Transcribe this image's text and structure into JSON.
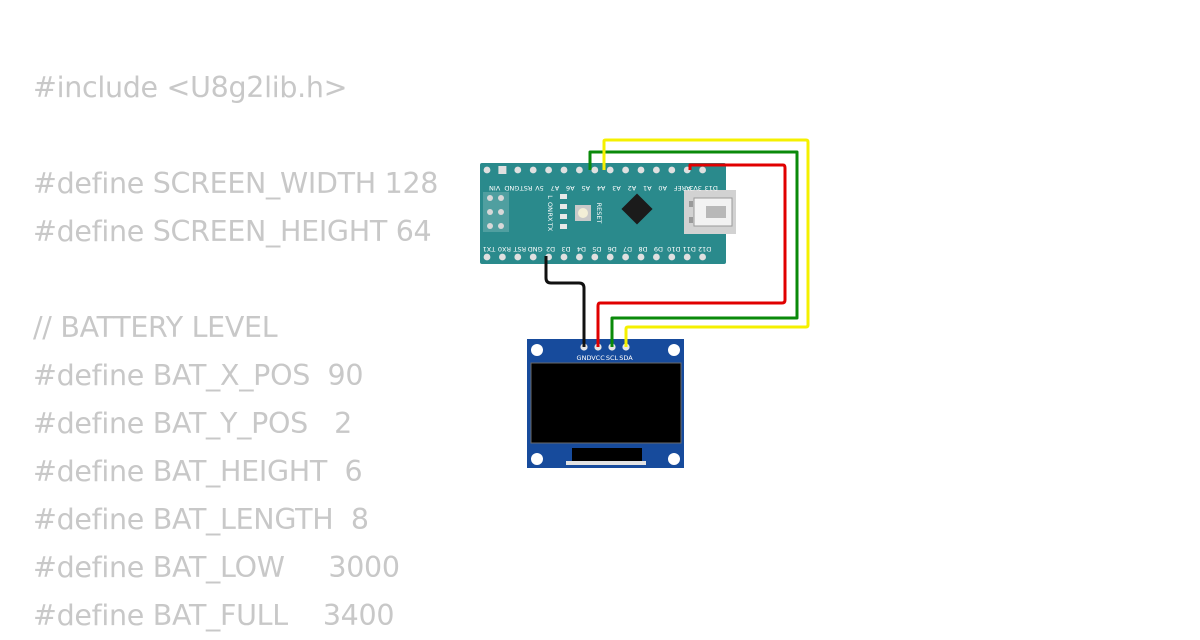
{
  "code_lines": [
    "#include <U8g2lib.h>",
    "",
    "#define SCREEN_WIDTH 128",
    "#define SCREEN_HEIGHT 64",
    "",
    "// BATTERY LEVEL",
    "#define BAT_X_POS  90",
    "#define BAT_Y_POS   2",
    "#define BAT_HEIGHT  6",
    "#define BAT_LENGTH  8",
    "#define BAT_LOW     3000",
    "#define BAT_FULL    3400"
  ],
  "nano": {
    "top_pins": [
      "VIN",
      "GND",
      "RST",
      "5V",
      "A7",
      "A6",
      "A5",
      "A4",
      "A3",
      "A2",
      "A1",
      "A0",
      "AREF",
      "3V3",
      "D13"
    ],
    "bottom_pins": [
      "TX1",
      "RX0",
      "RST",
      "GND",
      "D2",
      "D3",
      "D4",
      "D5",
      "D6",
      "D7",
      "D8",
      "D9",
      "D10",
      "D11",
      "D12"
    ],
    "led_labels": [
      "L",
      "ON",
      "RX",
      "TX"
    ],
    "reset_label": "RESET"
  },
  "oled": {
    "pins": [
      "GND",
      "VCC",
      "SCL",
      "SDA"
    ]
  },
  "wires": [
    {
      "from": "nano.GND",
      "to": "oled.GND",
      "color": "#111111"
    },
    {
      "from": "nano.3V3",
      "to": "oled.VCC",
      "color": "#e00000"
    },
    {
      "from": "nano.A5",
      "to": "oled.SCL",
      "color": "#0a8a0a"
    },
    {
      "from": "nano.A4",
      "to": "oled.SDA",
      "color": "#f5f000"
    }
  ],
  "colors": {
    "nano_board": "#2a8a8c",
    "oled_board": "#174b9c",
    "oled_screen": "#000000",
    "code_text": "#c8c8c8"
  }
}
